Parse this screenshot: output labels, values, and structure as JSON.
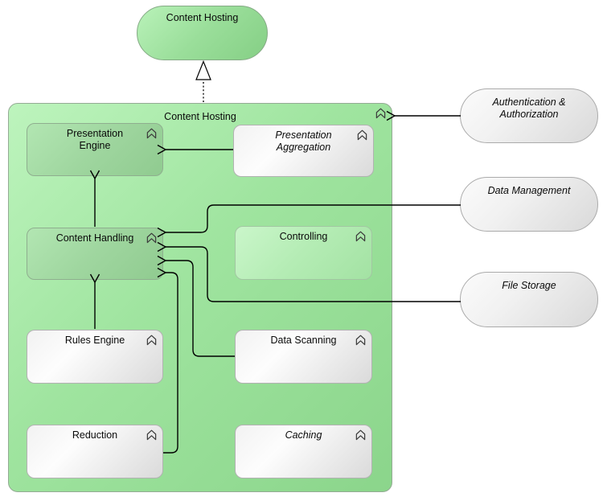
{
  "diagram_title": "Content Hosting",
  "parent_pill": {
    "label": "Content Hosting"
  },
  "container": {
    "label": "Content Hosting"
  },
  "boxes": [
    {
      "label": "Presentation\nEngine",
      "variant": "green",
      "italic": false
    },
    {
      "label": "Presentation\nAggregation",
      "variant": "white",
      "italic": true
    },
    {
      "label": "Content Handling",
      "variant": "green",
      "italic": false
    },
    {
      "label": "Controlling",
      "variant": "green-light",
      "italic": false
    },
    {
      "label": "Rules Engine",
      "variant": "white",
      "italic": false
    },
    {
      "label": "Data Scanning",
      "variant": "white",
      "italic": false
    },
    {
      "label": "Reduction",
      "variant": "white",
      "italic": false
    },
    {
      "label": "Caching",
      "variant": "white",
      "italic": true
    }
  ],
  "pills": [
    {
      "label": "Authentication &\nAuthorization"
    },
    {
      "label": "Data Management"
    },
    {
      "label": "File Storage"
    }
  ],
  "icons": {
    "function_icon": "archimate-function-chevron"
  },
  "colors": {
    "container_green_top": "#bdf4bd",
    "container_green_bottom": "#8bd58b",
    "box_green": "#9fd69f",
    "box_green_light": "#b4ecb4",
    "box_white": "#ededed",
    "line": "#000000"
  },
  "relationships": [
    {
      "from": "Content Hosting (container)",
      "to": "Content Hosting (pill)",
      "type": "realization"
    },
    {
      "from": "Authentication & Authorization",
      "to": "Content Hosting",
      "type": "serving"
    },
    {
      "from": "Presentation Aggregation",
      "to": "Presentation Engine",
      "type": "serving"
    },
    {
      "from": "Content Handling",
      "to": "Presentation Engine",
      "type": "serving"
    },
    {
      "from": "Rules Engine",
      "to": "Content Handling",
      "type": "serving"
    },
    {
      "from": "Data Management",
      "to": "Content Handling",
      "type": "serving"
    },
    {
      "from": "File Storage",
      "to": "Content Handling",
      "type": "serving"
    },
    {
      "from": "Data Scanning",
      "to": "Content Handling",
      "type": "serving"
    },
    {
      "from": "Reduction",
      "to": "Content Handling",
      "type": "serving"
    }
  ]
}
